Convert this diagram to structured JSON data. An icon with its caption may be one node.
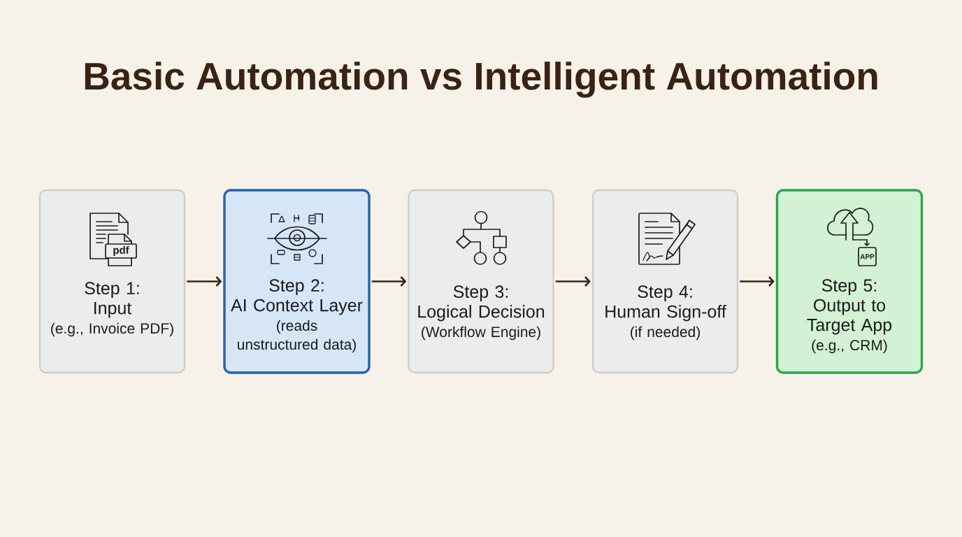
{
  "diagram": {
    "title": "Basic Automation vs Intelligent Automation",
    "nodes": [
      {
        "text": [
          "Step 1:",
          "Input",
          "(e.g., Invoice PDF)"
        ]
      },
      {
        "text": [
          "Step 2:",
          "AI Context Layer",
          "(reads unstructured data)"
        ]
      },
      {
        "text": [
          "Step 3:",
          "Logical Decision",
          "(Workflow Engine)"
        ]
      },
      {
        "text": [
          "Step 4:",
          "Human Sign-off",
          "(if needed)"
        ]
      },
      {
        "text": [
          "Step 5:",
          "Output to Target App",
          "(e.g., CRM)"
        ]
      }
    ],
    "edges": [
      {
        "from": 0,
        "to": 1,
        "arrow": "to"
      },
      {
        "from": 1,
        "to": 2,
        "arrow": "to"
      },
      {
        "from": 2,
        "to": 3,
        "arrow": "to"
      },
      {
        "from": 3,
        "to": 4,
        "arrow": "to"
      }
    ],
    "labels": [
      "pdf",
      "APP"
    ]
  }
}
